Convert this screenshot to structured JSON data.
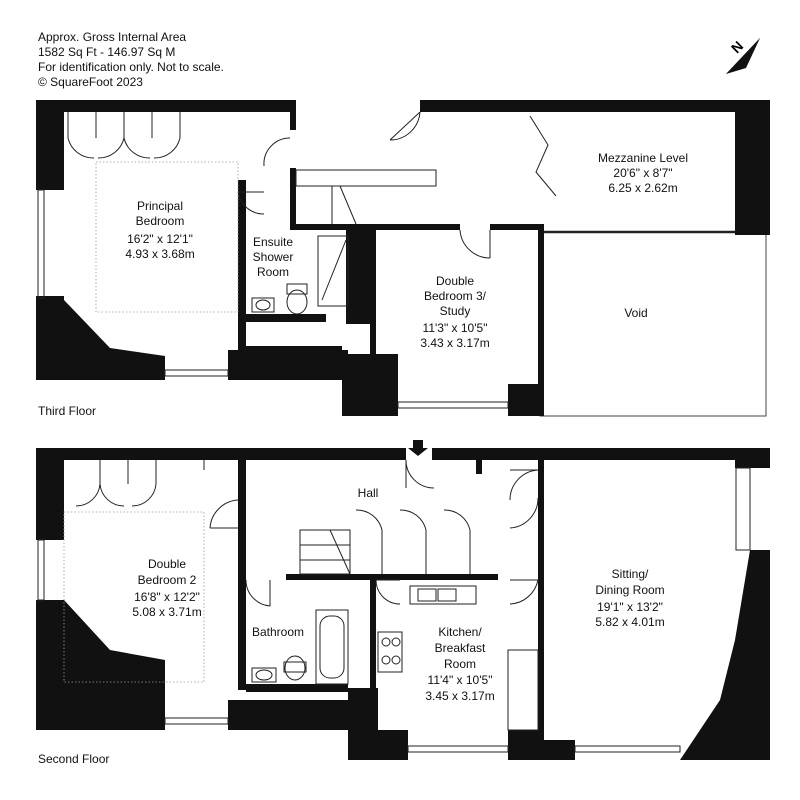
{
  "header": {
    "line1": "Approx. Gross Internal Area",
    "line2": "1582 Sq Ft  -  146.97 Sq M",
    "line3": "For identification only. Not to scale.",
    "line4": "© SquareFoot 2023"
  },
  "compass": {
    "letter": "N",
    "icon": "north-arrow-icon"
  },
  "floors": {
    "third": {
      "label": "Third Floor",
      "rooms": {
        "principal_bedroom": {
          "l1": "Principal",
          "l2": "Bedroom",
          "imperial": "16'2\" x 12'1\"",
          "metric": "4.93 x 3.68m"
        },
        "ensuite": {
          "l1": "Ensuite",
          "l2": "Shower",
          "l3": "Room"
        },
        "bedroom3": {
          "l1": "Double",
          "l2": "Bedroom 3/",
          "l3": "Study",
          "imperial": "11'3\" x 10'5\"",
          "metric": "3.43 x 3.17m"
        },
        "mezzanine": {
          "l1": "Mezzanine Level",
          "imperial": "20'6\" x 8'7\"",
          "metric": "6.25 x 2.62m"
        },
        "void": {
          "l1": "Void"
        }
      }
    },
    "second": {
      "label": "Second Floor",
      "rooms": {
        "hall": {
          "l1": "Hall"
        },
        "bedroom2": {
          "l1": "Double",
          "l2": "Bedroom 2",
          "imperial": "16'8\" x 12'2\"",
          "metric": "5.08 x 3.71m"
        },
        "bathroom": {
          "l1": "Bathroom"
        },
        "kitchen": {
          "l1": "Kitchen/",
          "l2": "Breakfast",
          "l3": "Room",
          "imperial": "11'4\" x 10'5\"",
          "metric": "3.45 x 3.17m"
        },
        "sitting": {
          "l1": "Sitting/",
          "l2": "Dining Room",
          "imperial": "19'1\" x 13'2\"",
          "metric": "5.82 x 4.01m"
        }
      }
    }
  }
}
